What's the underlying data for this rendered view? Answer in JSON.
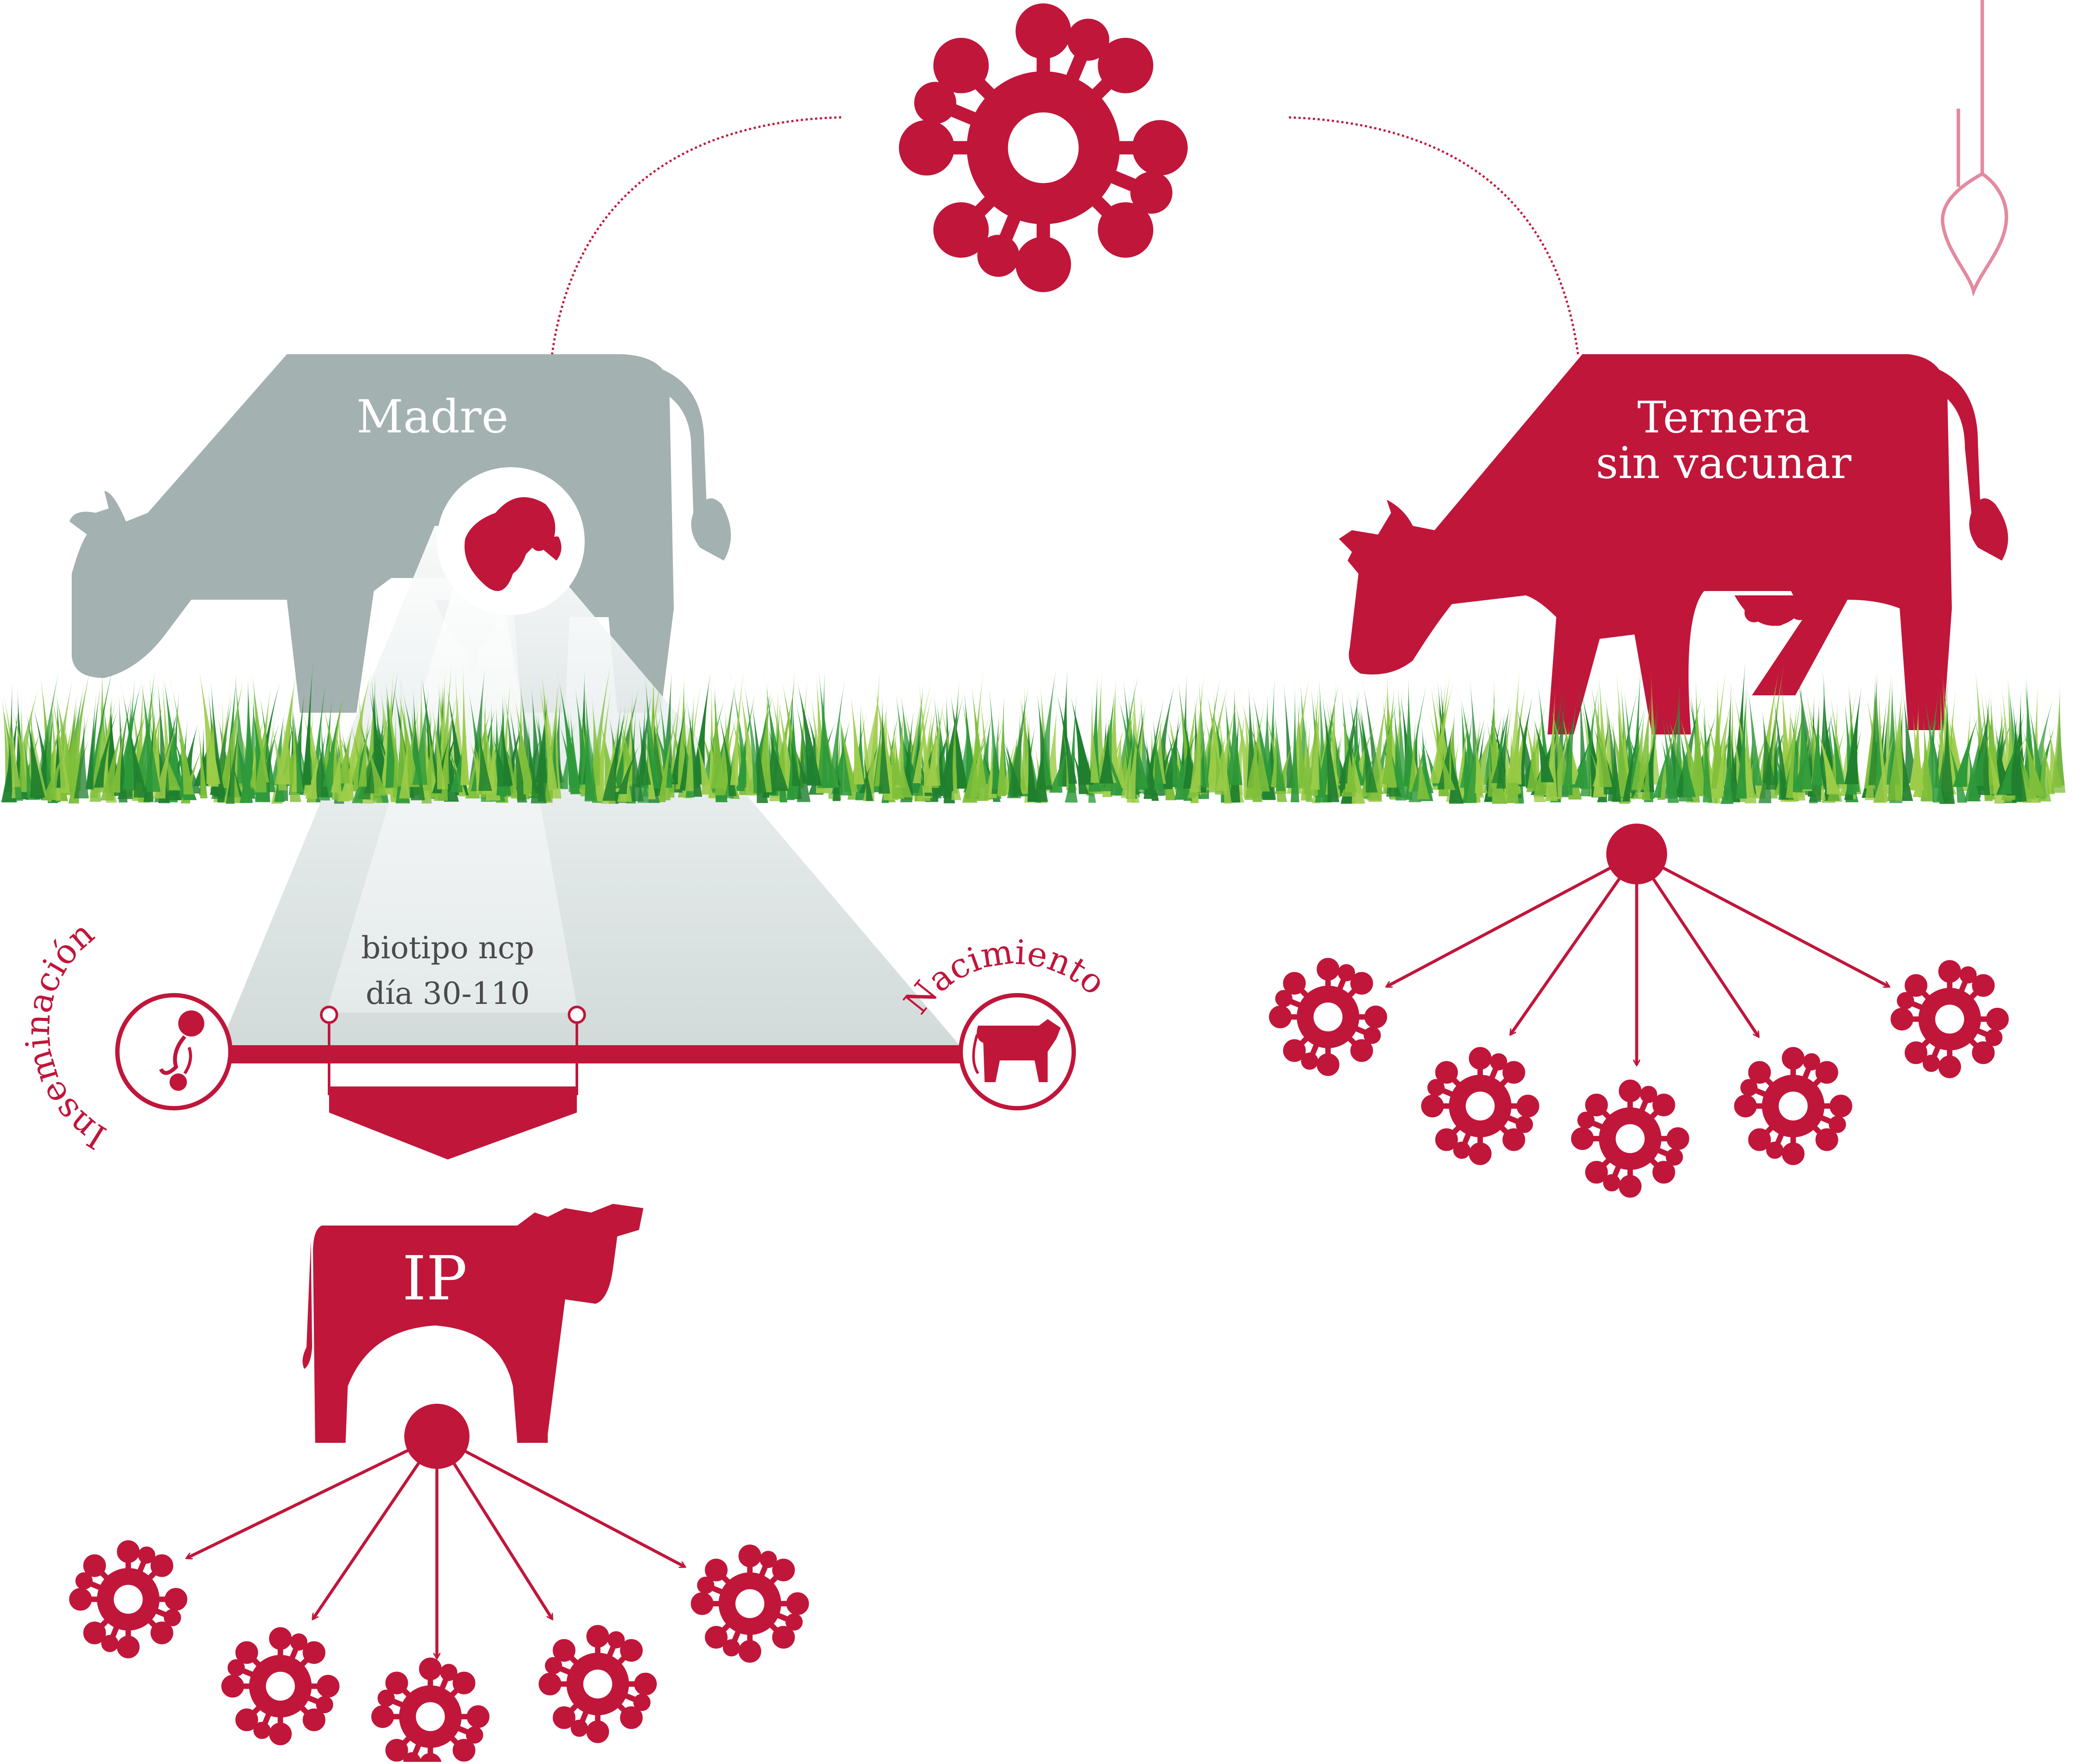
{
  "colors": {
    "accent": "#c0163a",
    "mother_gray": "#a3b1b1",
    "grass_dark": "#2e9a3a",
    "grass_light": "#7fbf3a",
    "text_dark": "#4a4a4a",
    "white": "#ffffff"
  },
  "mother": {
    "label": "Madre"
  },
  "calf": {
    "label_line1": "Ternera",
    "label_line2": "sin vacunar"
  },
  "timeline": {
    "start_label": "Inseminación",
    "end_label": "Nacimiento",
    "window_line1": "biotipo ncp",
    "window_line2": "día 30-110"
  },
  "ip": {
    "label": "IP"
  },
  "icons": {
    "virus": "virus-icon",
    "fetus": "fetus-icon",
    "sperm": "sperm-icon",
    "newborn_calf": "newborn-calf-icon",
    "tail_tip": "cow-tail-icon"
  }
}
